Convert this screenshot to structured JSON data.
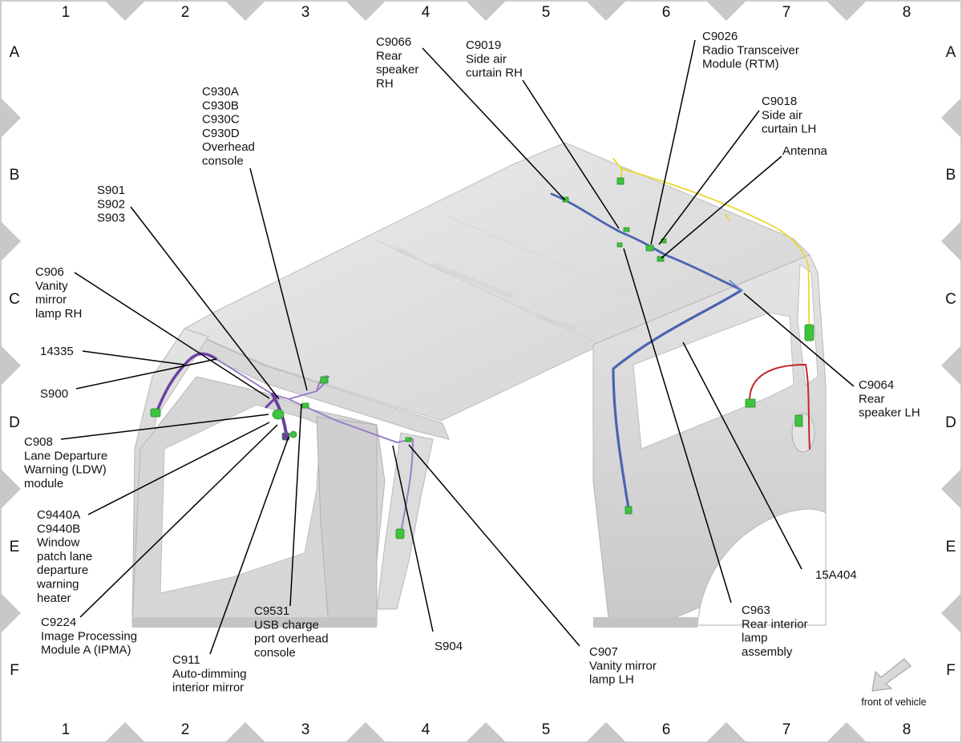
{
  "grid": {
    "columns": [
      "1",
      "2",
      "3",
      "4",
      "5",
      "6",
      "7",
      "8"
    ],
    "rows": [
      "A",
      "B",
      "C",
      "D",
      "E",
      "F"
    ]
  },
  "callouts": [
    {
      "id": "c9066",
      "lines": [
        "C9066",
        "Rear",
        "speaker",
        "RH"
      ]
    },
    {
      "id": "c9019",
      "lines": [
        "C9019",
        "Side air",
        "curtain RH"
      ]
    },
    {
      "id": "c9026",
      "lines": [
        "C9026",
        "Radio Transceiver",
        "Module (RTM)"
      ]
    },
    {
      "id": "c9018",
      "lines": [
        "C9018",
        "Side air",
        "curtain LH"
      ]
    },
    {
      "id": "antenna",
      "lines": [
        "Antenna"
      ]
    },
    {
      "id": "c930",
      "lines": [
        "C930A",
        "C930B",
        "C930C",
        "C930D",
        "Overhead",
        "console"
      ]
    },
    {
      "id": "s901",
      "lines": [
        "S901",
        "S902",
        "S903"
      ]
    },
    {
      "id": "c906",
      "lines": [
        "C906",
        "Vanity",
        "mirror",
        "lamp RH"
      ]
    },
    {
      "id": "n14335",
      "lines": [
        "14335"
      ]
    },
    {
      "id": "s900",
      "lines": [
        "S900"
      ]
    },
    {
      "id": "c908",
      "lines": [
        "C908",
        "Lane Departure",
        "Warning (LDW)",
        "module"
      ]
    },
    {
      "id": "c9440",
      "lines": [
        "C9440A",
        "C9440B",
        "Window",
        "patch lane",
        "departure",
        "warning",
        "heater"
      ]
    },
    {
      "id": "c9224",
      "lines": [
        "C9224",
        "Image Processing",
        "Module A (IPMA)"
      ]
    },
    {
      "id": "c911",
      "lines": [
        "C911",
        "Auto-dimming",
        "interior mirror"
      ]
    },
    {
      "id": "c9531",
      "lines": [
        "C9531",
        "USB charge",
        "port overhead",
        "console"
      ]
    },
    {
      "id": "s904",
      "lines": [
        "S904"
      ]
    },
    {
      "id": "c907",
      "lines": [
        "C907",
        "Vanity mirror",
        "lamp LH"
      ]
    },
    {
      "id": "c963",
      "lines": [
        "C963",
        "Rear interior",
        "lamp",
        "assembly"
      ]
    },
    {
      "id": "n15a404",
      "lines": [
        "15A404"
      ]
    },
    {
      "id": "c9064",
      "lines": [
        "C9064",
        "Rear",
        "speaker LH"
      ]
    }
  ],
  "orientation": {
    "label": "front of vehicle"
  },
  "colors": {
    "harness_purple": "#6b3fa0",
    "harness_blue": "#4a64b0",
    "harness_yellow": "#e8d830",
    "harness_red": "#c0282a",
    "connector_green": "#3ec43e",
    "body_grey": "#dcdcdc",
    "frame_grey": "#c8c8c8"
  }
}
